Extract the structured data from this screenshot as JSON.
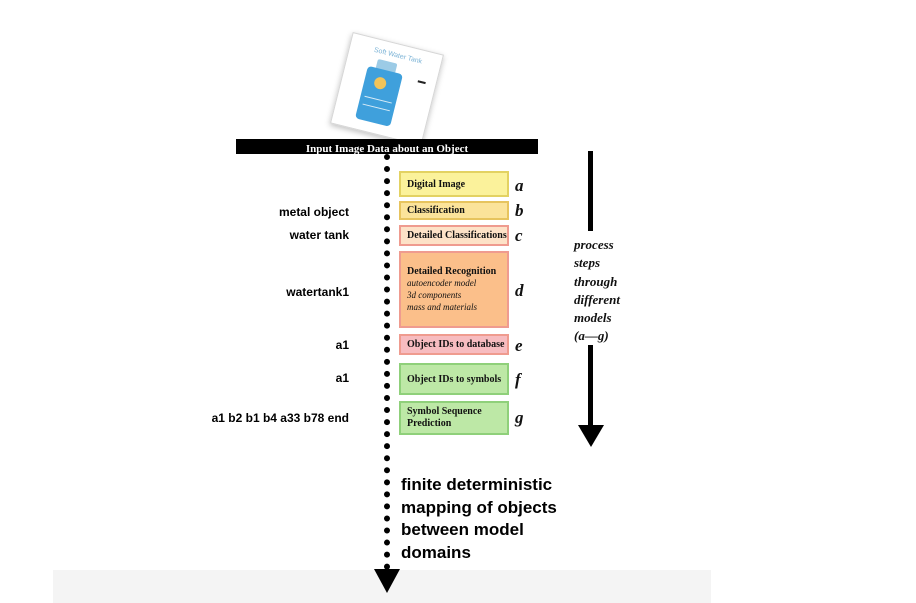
{
  "header": {
    "title": "Input Image Data about an Object"
  },
  "photo": {
    "label": "Soft Water Tank",
    "icon": "water-tank-photo"
  },
  "steps": [
    {
      "label": "Digital Image",
      "letter": "a",
      "fill": "#fbf29b",
      "border": "#e3d262"
    },
    {
      "label": "Classification",
      "letter": "b",
      "fill": "#fbe39a",
      "border": "#e7c45e"
    },
    {
      "label": "Detailed Classifications",
      "letter": "c",
      "fill": "#fde2c7",
      "border": "#ef9b8f"
    },
    {
      "label": "Detailed Recognition",
      "sublines": [
        "autoencoder model",
        "3d components",
        "mass and materials"
      ],
      "letter": "d",
      "fill": "#fbbf8a",
      "border": "#ef9b8f"
    },
    {
      "label": "Object IDs to database",
      "letter": "e",
      "fill": "#f7bcc0",
      "border": "#ef9b8f"
    },
    {
      "label": "Object IDs to symbols",
      "letter": "f",
      "fill": "#bde8a6",
      "border": "#8fd07a"
    },
    {
      "label": "Symbol Sequence Prediction",
      "letter": "g",
      "fill": "#bde8a6",
      "border": "#8fd07a"
    }
  ],
  "left_labels": [
    "metal object",
    "water tank",
    "watertank1",
    "a1",
    "a1",
    "a1 b2 b1 b4 a33 b78 end"
  ],
  "process_note": [
    "process",
    "steps",
    "through",
    "different",
    "models",
    "(a—g)"
  ],
  "footer_note": [
    "finite deterministic",
    "mapping of objects",
    "between model",
    "domains"
  ]
}
